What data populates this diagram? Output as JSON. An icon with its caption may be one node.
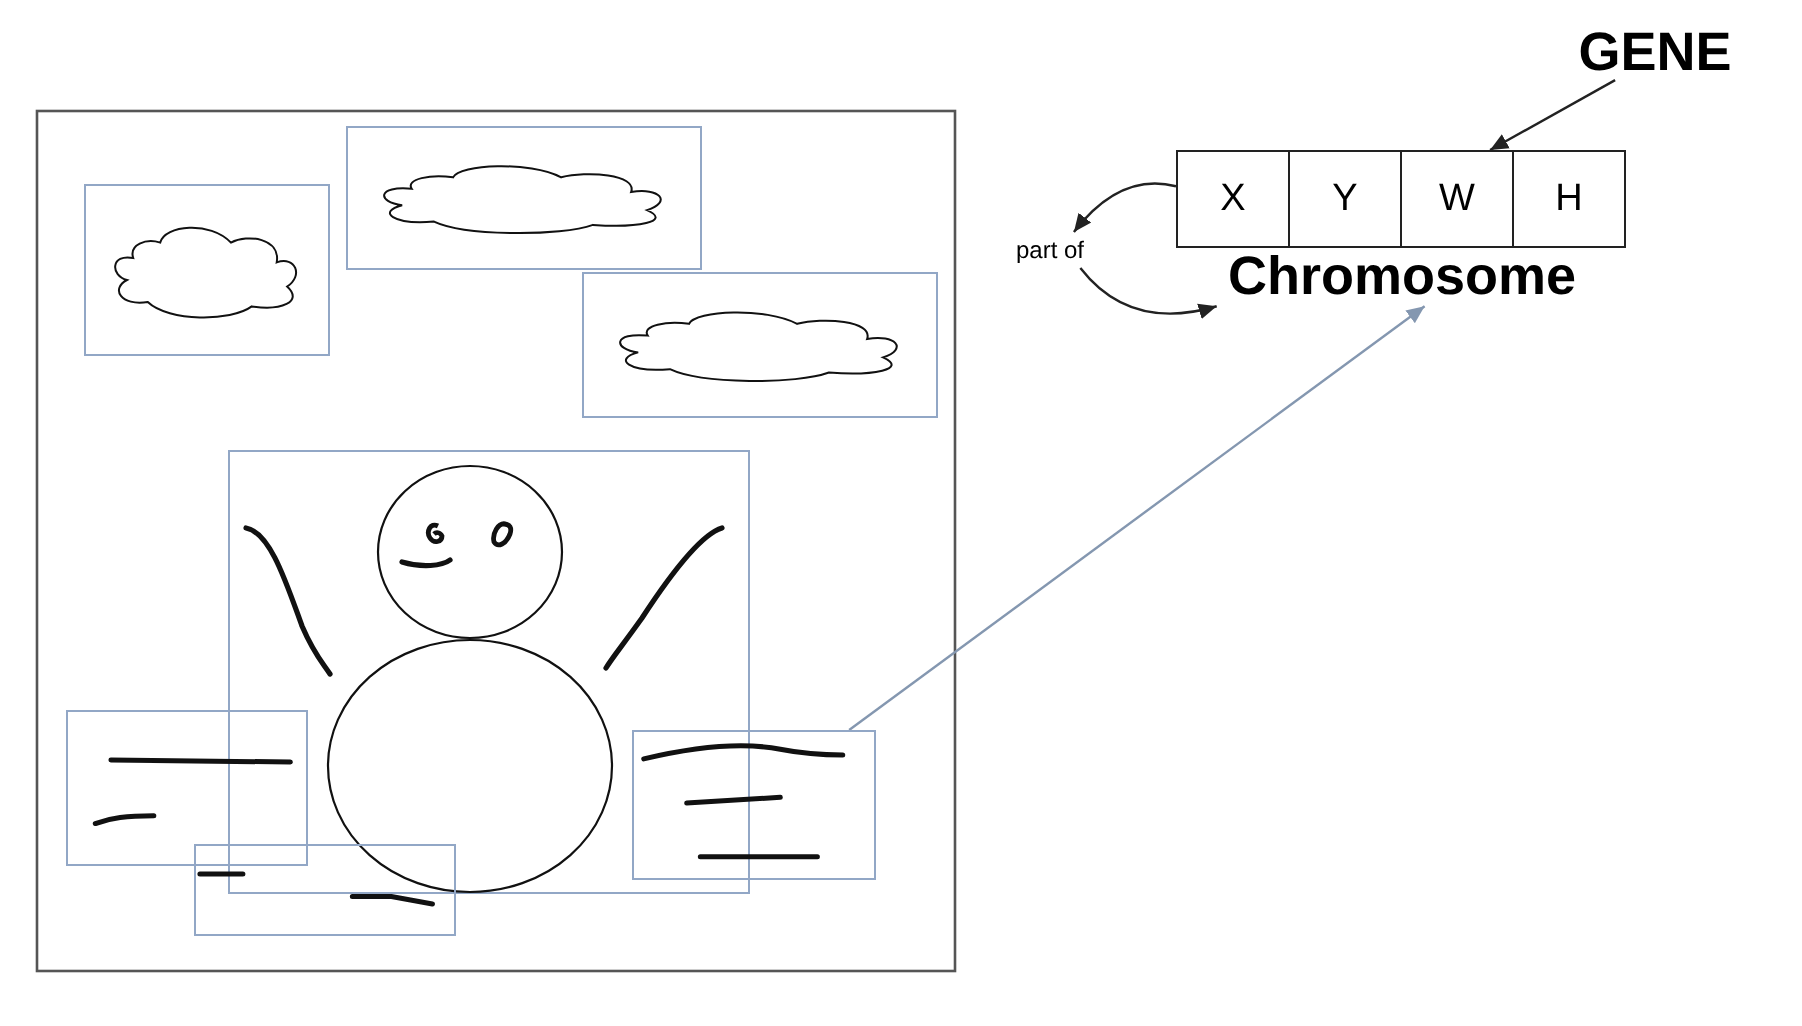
{
  "diagram": {
    "nodes": [
      {
        "text": [
          "GENE"
        ]
      },
      {
        "text": [
          "Chromosome"
        ]
      },
      {
        "text": [
          "X"
        ],
        "in": 1
      },
      {
        "text": [
          "Y"
        ],
        "in": 1
      },
      {
        "text": [
          "W"
        ],
        "in": 1
      },
      {
        "text": [
          "H"
        ],
        "in": 1
      },
      {
        "text": [
          "part of"
        ]
      },
      {
        "text": [],
        "shape": "box"
      },
      {
        "text": [],
        "shape": "box"
      },
      {
        "text": [],
        "shape": "box"
      },
      {
        "text": [],
        "shape": "box"
      },
      {
        "text": [],
        "shape": "box"
      },
      {
        "text": [],
        "shape": "box"
      },
      {
        "text": [],
        "shape": "box"
      }
    ],
    "edges": [
      {
        "from": 0,
        "to": 4,
        "arrow": "to"
      },
      {
        "from": 2,
        "to": 6,
        "arrow": "to"
      },
      {
        "from": 6,
        "to": 1,
        "arrow": "to"
      },
      {
        "from": 12,
        "to": 1,
        "arrow": "to",
        "color": "#8497b0"
      }
    ]
  }
}
